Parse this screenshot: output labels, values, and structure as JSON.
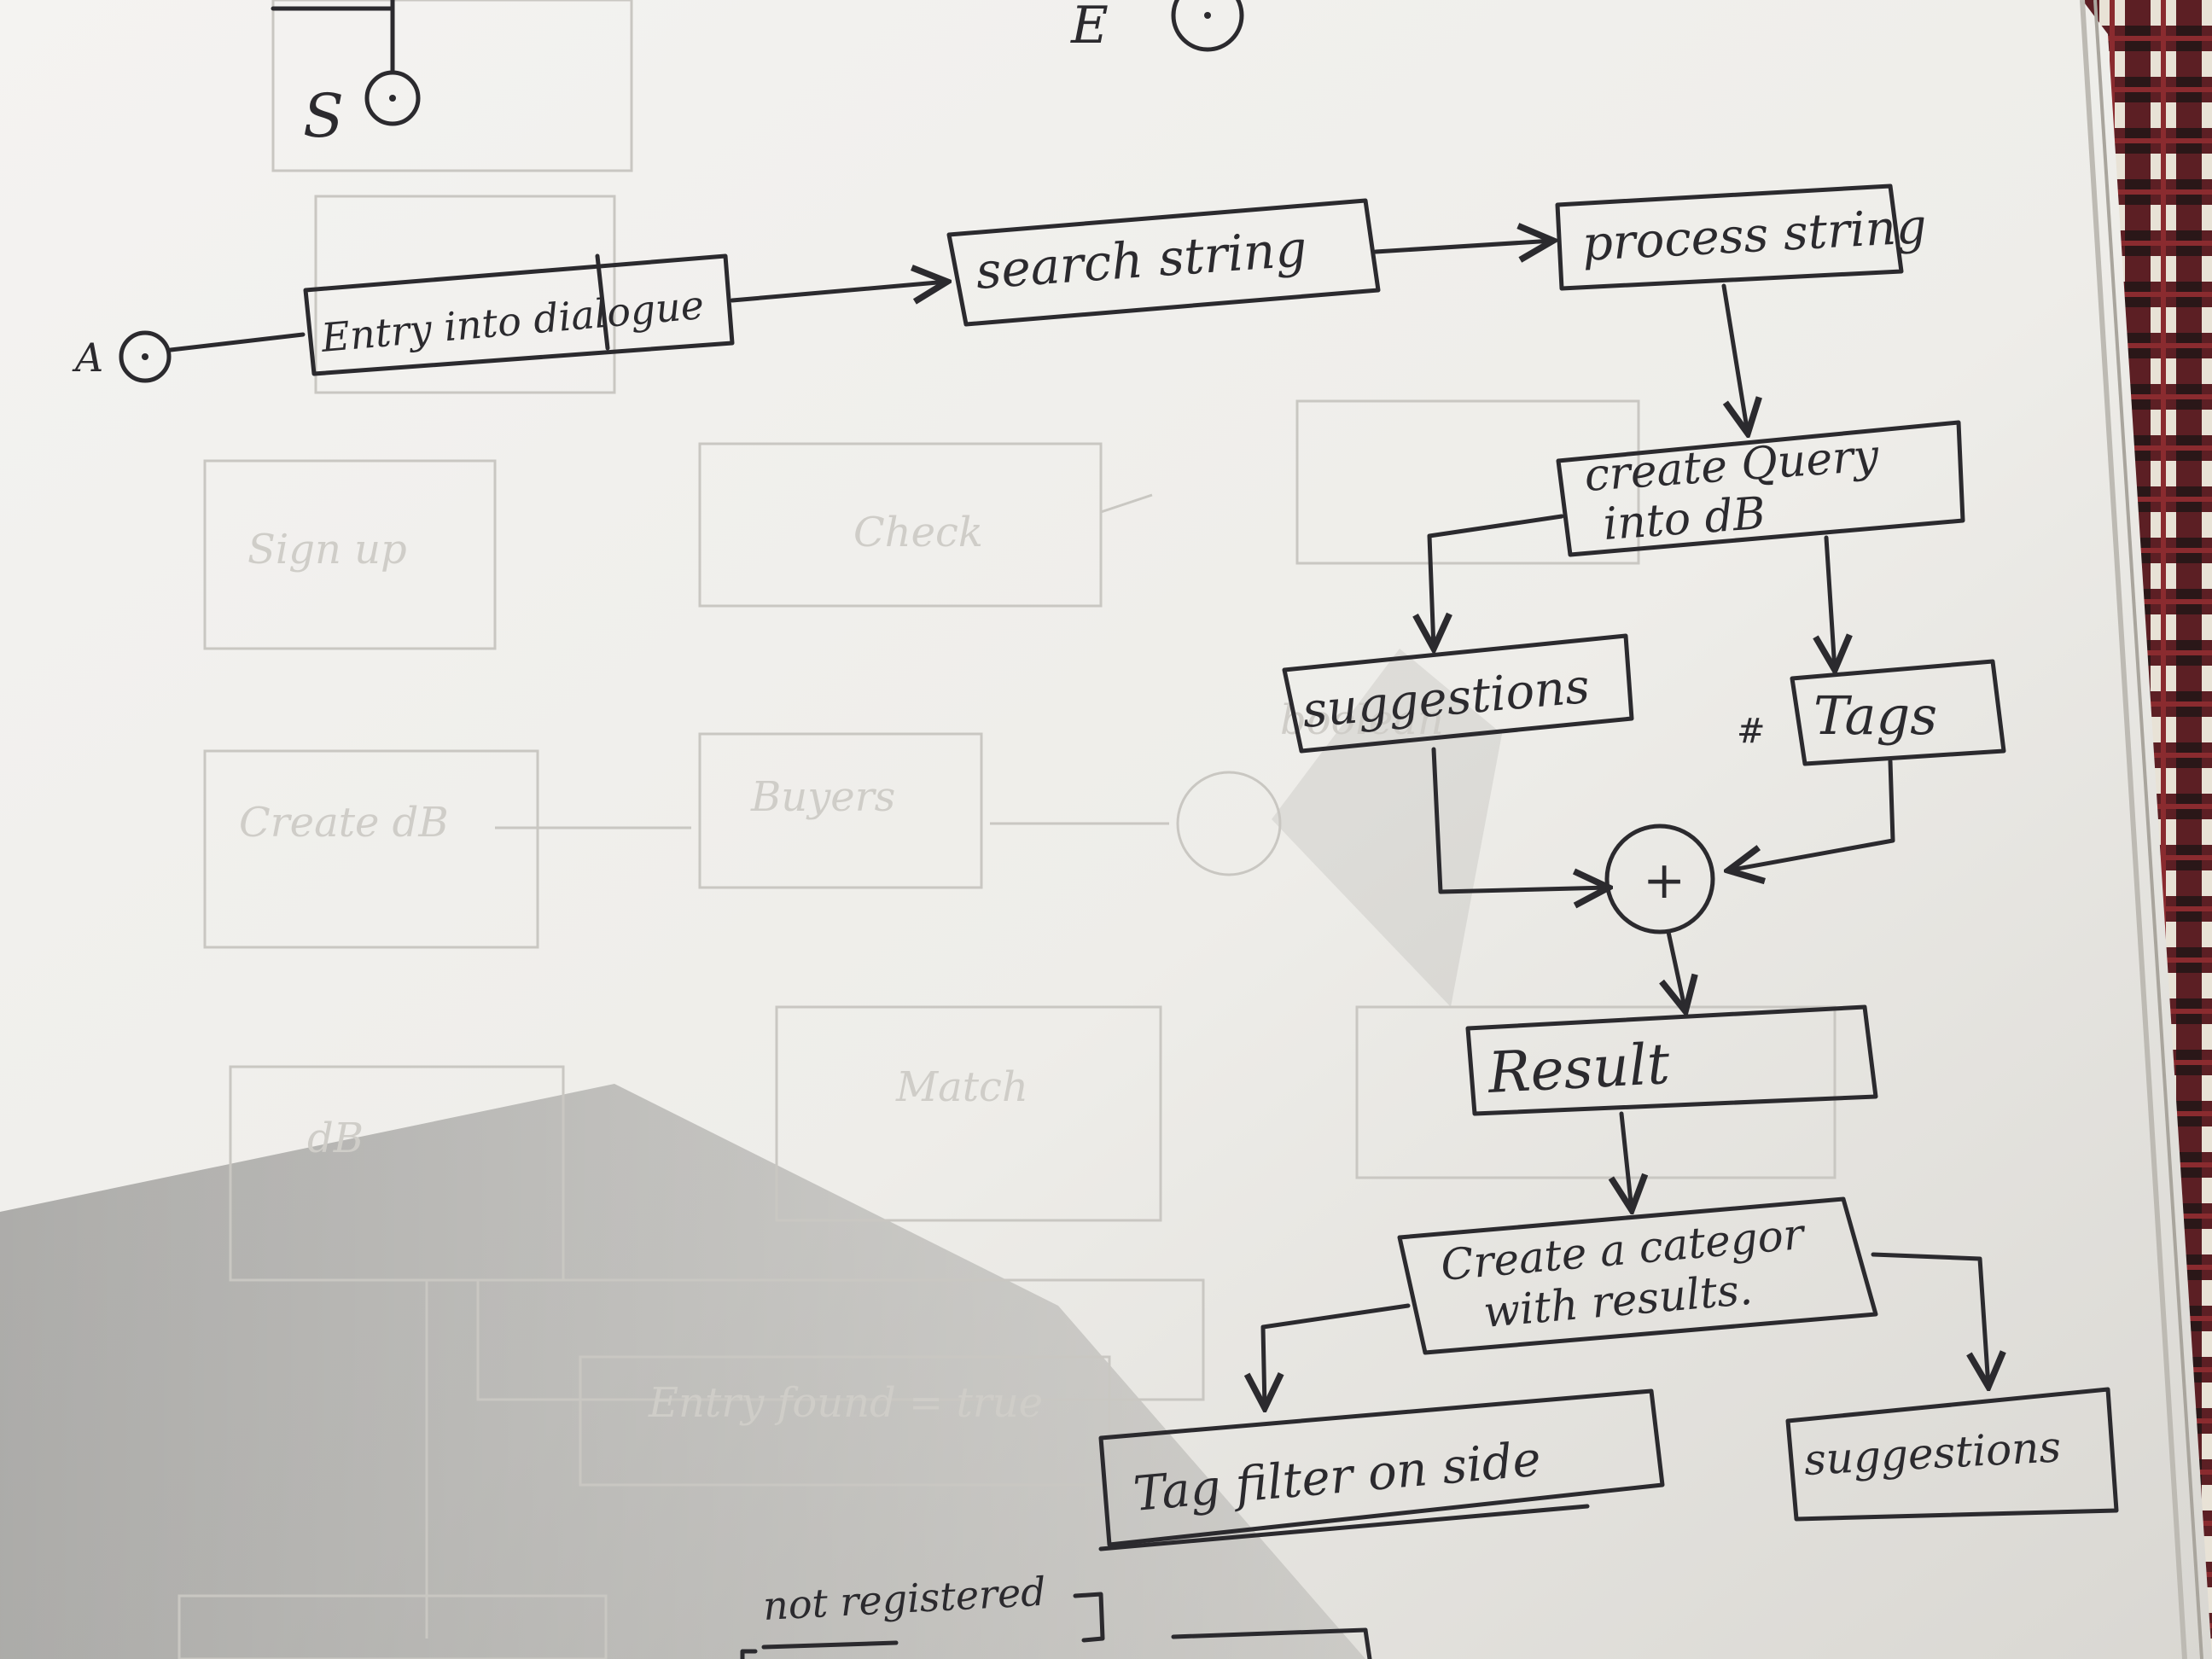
{
  "diagram": {
    "start_label": "A",
    "top_labels": {
      "s": "S",
      "e": "E"
    },
    "nodes": {
      "entry": "Entry into dialogue",
      "search": "search string",
      "process": "process string",
      "create_query_line1": "create Query",
      "create_query_line2": "into dB",
      "suggestions_top": "suggestions",
      "tags": "Tags",
      "tags_mark": "#",
      "merge": "+",
      "result": "Result",
      "categorize_line1": "Create a categor",
      "categorize_line2": "with results.",
      "tag_filter": "Tag filter on side",
      "suggestions_bottom": "suggestions",
      "not_registered": "not registered"
    },
    "colors": {
      "paper": "#f2f1ee",
      "ink": "#2b2a2e",
      "ghost": "#cfcdc8",
      "background": "#5a3a2e"
    }
  }
}
